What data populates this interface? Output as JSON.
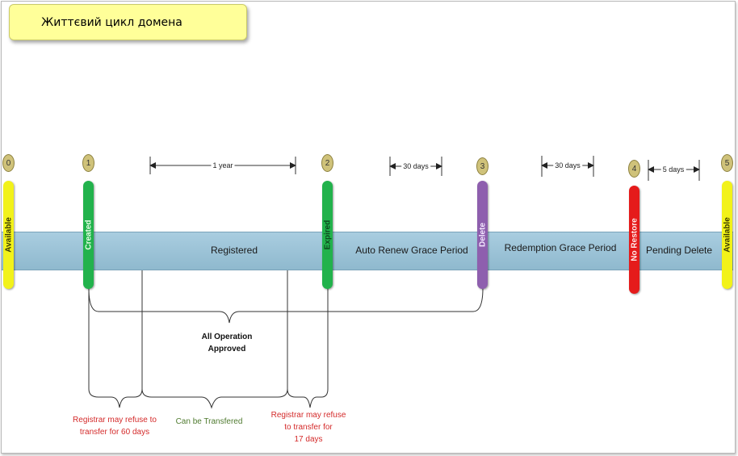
{
  "title": "Життєвий цикл домена",
  "markers": [
    "0",
    "1",
    "2",
    "3",
    "4",
    "5"
  ],
  "phases": {
    "registered": "Registered",
    "auto_renew": "Auto Renew Grace Period",
    "redemption": "Redemption Grace Period",
    "pending_delete": "Pending Delete"
  },
  "events": {
    "available_start": "Available",
    "created": "Created",
    "expired": "Expired",
    "delete": "Delete",
    "no_restore": "No Restore",
    "available_end": "Available"
  },
  "spans": {
    "one_year": "1 year",
    "thirty_days_a": "30 days",
    "thirty_days_b": "30 days",
    "five_days": "5 days"
  },
  "notes": {
    "all_operation_line1": "All Operation",
    "all_operation_line2": "Approved",
    "refuse_60_line1": "Registrar may refuse to",
    "refuse_60_line2": "transfer for 60 days",
    "can_transfer": "Can be Transfered",
    "refuse_17_line1": "Registrar may refuse",
    "refuse_17_line2": "to transfer for",
    "refuse_17_line3": "17 days"
  },
  "colors": {
    "available": "#f2f21a",
    "created": "#22b24c",
    "expired": "#22b24c",
    "delete": "#8e5fae",
    "no_restore": "#e51b1b",
    "band": "#9fc5d9",
    "refuse_note": "#d42a2a",
    "transfer_note": "#4f7a2f"
  }
}
